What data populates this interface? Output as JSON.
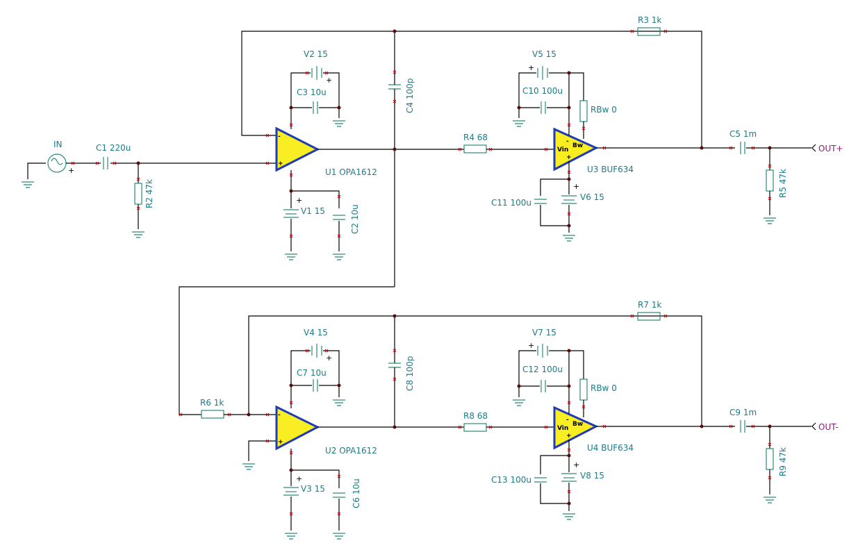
{
  "labels": {
    "in": "IN",
    "c1": "C1 220u",
    "r2": "R2 47k",
    "v2": "V2 15",
    "c3": "C3 10u",
    "c4": "C4 100p",
    "u1": "U1 OPA1612",
    "v1": "V1 15",
    "c2": "C2 10u",
    "r3": "R3 1k",
    "r4": "R4 68",
    "v5": "V5 15",
    "c10": "C10 100u",
    "rbw1": "RBw 0",
    "u3": "U3 BUF634",
    "c11": "C11 100u",
    "v6": "V6 15",
    "c5": "C5 1m",
    "r5": "R5 47k",
    "out_pos": "OUT+",
    "r7": "R7 1k",
    "v4": "V4 15",
    "c7": "C7 10u",
    "c8": "C8 100p",
    "r6": "R6 1k",
    "u2": "U2 OPA1612",
    "v3": "V3 15",
    "c6": "C6 10u",
    "r8": "R8 68",
    "v7": "V7 15",
    "c12": "C12 100u",
    "rbw2": "RBw 0",
    "u4": "U4 BUF634",
    "c13": "C13 100u",
    "v8": "V8 15",
    "c9": "C9 1m",
    "r9": "R9 47k",
    "out_neg": "OUT-"
  },
  "buffer_pins": {
    "vin": "Vin",
    "bw": "Bw",
    "minus": "-",
    "plus": "+"
  },
  "opamp_pins": {
    "minus": "-",
    "plus": "+"
  },
  "polarity_plus": "+",
  "colors": {
    "wire": "#000000",
    "component": "#2a8a78",
    "label": "#1e7b86",
    "port": "#8a1c7c",
    "opamp_fill": "#f8ee22",
    "opamp_stroke": "#1f3bb5",
    "pin_marker": "#d40000"
  }
}
